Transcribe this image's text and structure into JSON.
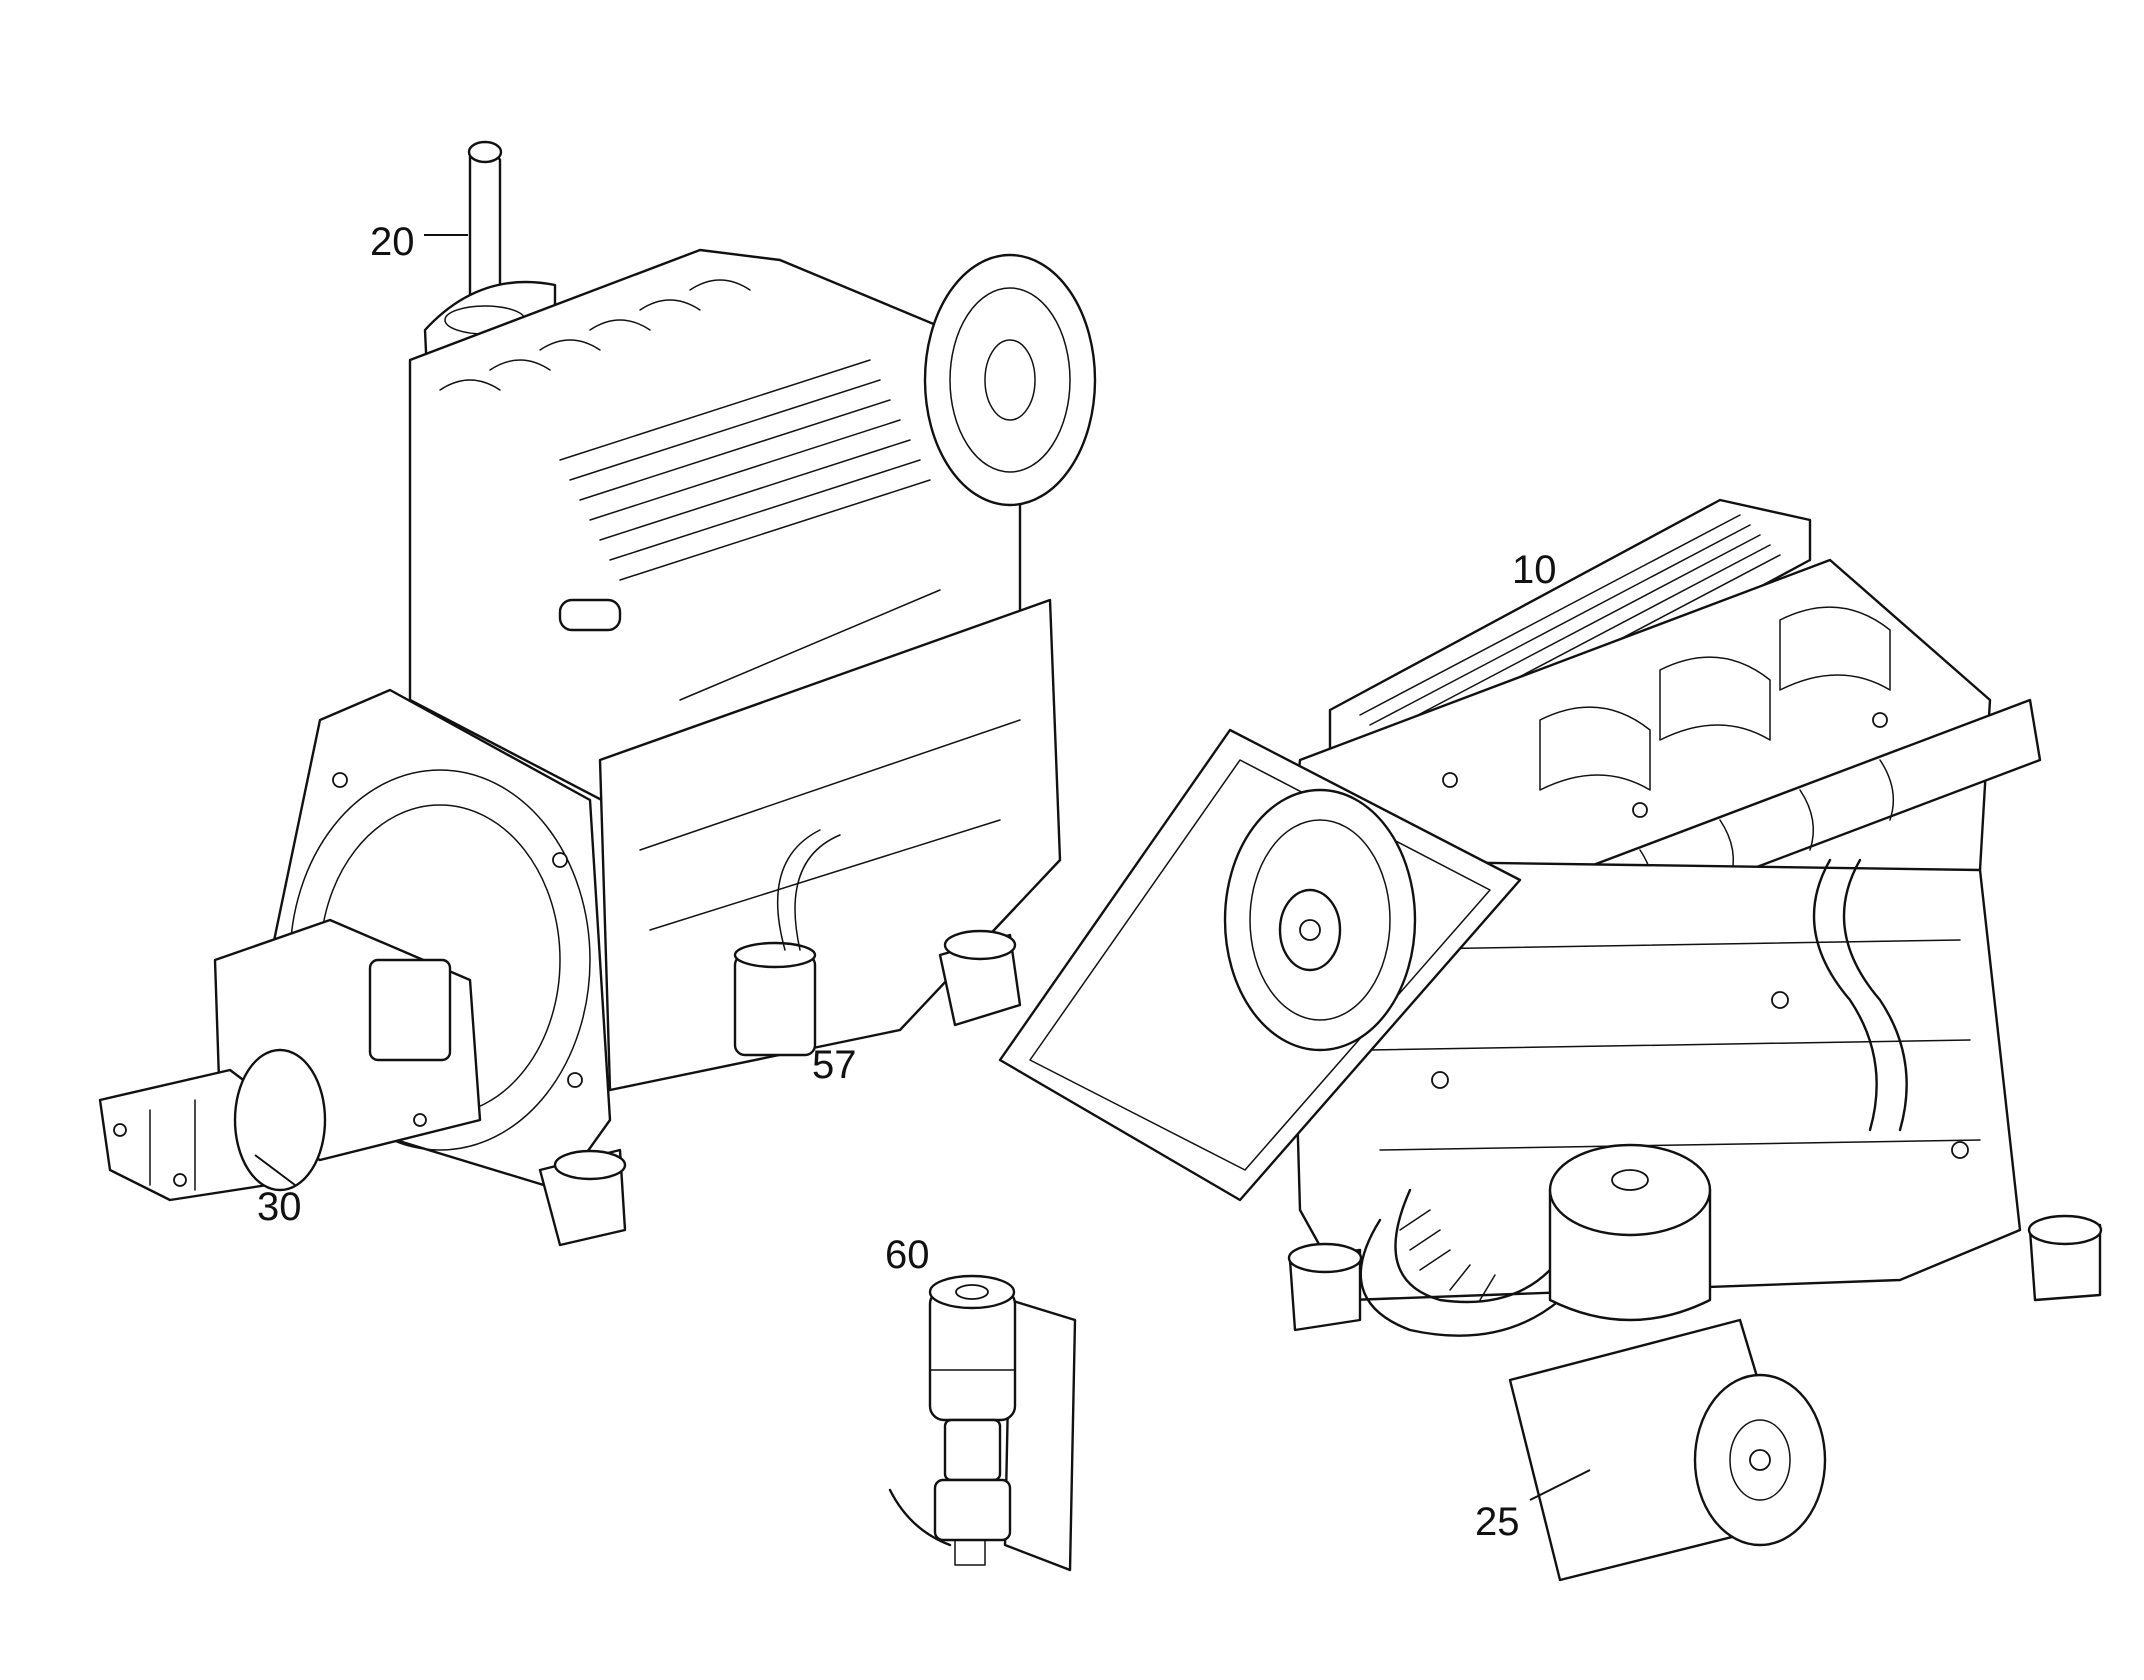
{
  "callouts": {
    "c10": "10",
    "c20": "20",
    "c25": "25",
    "c30": "30",
    "c57": "57",
    "c60": "60"
  }
}
